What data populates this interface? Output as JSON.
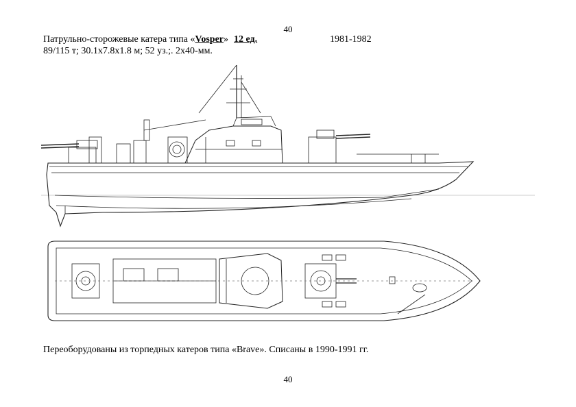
{
  "page": {
    "number_top": "40",
    "number_bottom": "40"
  },
  "header": {
    "title_prefix": "Патрульно-сторожевые катера типа «",
    "class_name": "Vosper",
    "title_suffix": "»",
    "count": "12 ед.",
    "years": "1981-1982",
    "specs": "89/115 т; 30.1x7.8x1.8 м; 52 уз.;. 2x40-мм."
  },
  "caption": {
    "text": "Переоборудованы из торпедных катеров типа «Brave». Списаны в 1990-1991 гг."
  }
}
